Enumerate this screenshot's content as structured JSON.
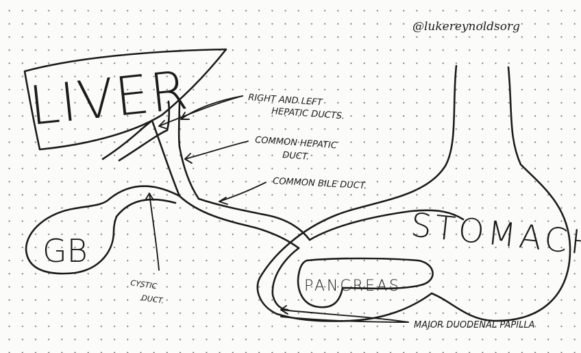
{
  "handle": "@lukereynoldsorg",
  "organs": {
    "liver": "LIVER",
    "gallbladder": "GB",
    "stomach": "STOMACH",
    "pancreas": "PANCREAS"
  },
  "labels": {
    "hepatic_ducts_line1": "RIGHT AND LEFT",
    "hepatic_ducts_line2": "HEPATIC DUCTS.",
    "common_hepatic_line1": "COMMON HEPATIC",
    "common_hepatic_line2": "DUCT.",
    "common_bile": "COMMON BILE DUCT.",
    "cystic_line1": "CYSTIC",
    "cystic_line2": "DUCT.",
    "papilla": "MAJOR DUODENAL PAPILLA"
  }
}
